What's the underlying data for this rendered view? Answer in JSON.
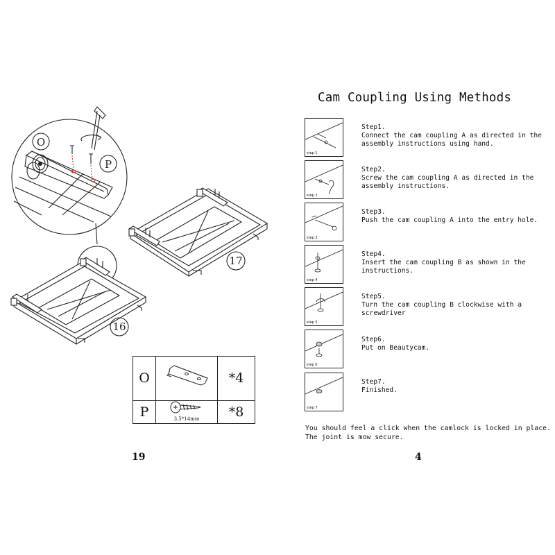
{
  "left_page": {
    "callouts": {
      "bracket_code": "O",
      "screw_code": "P",
      "panel_a": "17",
      "panel_b": "16"
    },
    "parts": [
      {
        "code": "O",
        "icon": "bracket-plate",
        "qty": "*4"
      },
      {
        "code": "P",
        "icon": "screw",
        "size": "3.5*14mm",
        "qty": "*8"
      }
    ],
    "page_number": "19"
  },
  "right_page": {
    "title": "Cam Coupling Using Methods",
    "steps": [
      {
        "box_label": "step 1",
        "heading": "Step1.",
        "text": "Connect the cam coupling A as directed in the\nassembly instructions using hand."
      },
      {
        "box_label": "step 2",
        "heading": "Step2.",
        "text": "Screw the cam coupling A as directed in the\nassembly instructions."
      },
      {
        "box_label": "step 3",
        "heading": "Step3.",
        "text": "Push the cam coupling A into the entry hole."
      },
      {
        "box_label": "step 4",
        "heading": "Step4.",
        "text": "Insert the cam coupling B as shown in the\ninstructions."
      },
      {
        "box_label": "step 5",
        "heading": "Step5.",
        "text": "Turn the cam coupling B clockwise with a\nscrewdriver"
      },
      {
        "box_label": "step 6",
        "heading": "Step6.",
        "text": "Put on Beautycam."
      },
      {
        "box_label": "step 7",
        "heading": "Step7.",
        "text": "Finished."
      }
    ],
    "note_line1": "You should feel a click when the camlock is locked in place.",
    "note_line2": "The joint is mow secure.",
    "page_number": "4"
  }
}
